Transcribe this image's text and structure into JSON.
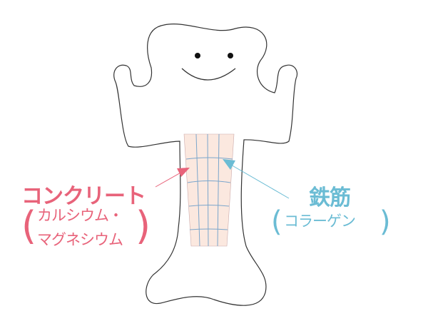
{
  "colors": {
    "concrete": "#e8637a",
    "rebar": "#6bbcd4",
    "fill": "#fbe8df",
    "outline": "#333333"
  },
  "concrete": {
    "title": "コンクリート",
    "line1": "カルシウム・",
    "line2": "マグネシウム",
    "open_paren": "(",
    "close_paren": ")"
  },
  "rebar": {
    "title": "鉄筋",
    "subtitle": "コラーゲン",
    "open_paren": "(",
    "close_paren": ")"
  }
}
